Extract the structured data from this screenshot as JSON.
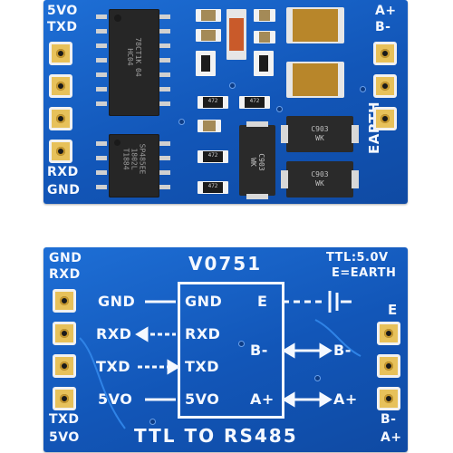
{
  "top_board": {
    "labels": {
      "v5": "5VO",
      "txd": "TXD",
      "rxd": "RXD",
      "gnd": "GND",
      "a_plus": "A+",
      "b_minus": "B-",
      "earth": "EARTH"
    },
    "chip_top": "78CT1K 04\nHC04",
    "chip_bottom": "SP485EE\n1802L\nT1884",
    "resistor_codes": [
      "472",
      "472",
      "472",
      "472"
    ],
    "diode_codes": [
      "C903\nWK",
      "C903\nWK",
      "C903\nWK"
    ]
  },
  "bottom_board": {
    "top_left_labels": [
      "GND",
      "RXD"
    ],
    "bottom_left_labels": [
      "TXD",
      "5VO"
    ],
    "right_labels": [
      "E",
      "B-",
      "A+"
    ],
    "model": "V0751",
    "spec_line1": "TTL:5.0V",
    "spec_line2": "E=EARTH",
    "left_signals": [
      "GND",
      "RXD",
      "TXD",
      "5VO"
    ],
    "box_left": [
      "GND",
      "RXD",
      "TXD",
      "5VO"
    ],
    "box_right": [
      "E",
      "B-",
      "A+"
    ],
    "right_signals": [
      "B-",
      "A+"
    ],
    "footer": "TTL TO RS485"
  },
  "colors": {
    "pcb_blue": "#1565c8",
    "silkscreen": "#f4f8ff",
    "gold_pad": "#e7c15a",
    "ic_black": "#262626"
  }
}
